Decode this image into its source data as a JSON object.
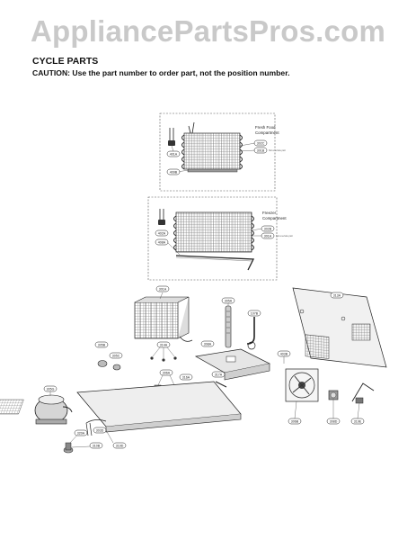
{
  "watermark": "AppliancePartsPros.com",
  "header": {
    "title": "CYCLE PARTS",
    "caution": "CAUTION: Use the part number to order part, not the position number."
  },
  "groups": {
    "fresh_food": {
      "line1": "Fresh Food",
      "line2": "Compartment",
      "note": "Not a service part"
    },
    "freezer": {
      "line1": "Freezer",
      "line2": "Compartment",
      "note": "Not a service part"
    }
  },
  "parts": {
    "p401A": "401A",
    "p409B": "409B",
    "p302C": "302C",
    "p301B": "301B",
    "p402A": "402A",
    "p408A": "408A",
    "p302B": "302B",
    "p301A": "301A",
    "p301A2": "301A",
    "p305A": "305A",
    "p313A": "313A",
    "p107B": "107B",
    "p305B": "305B",
    "p305C": "305C",
    "p314A": "314A",
    "p308A": "308A",
    "p403B": "403B",
    "p306A": "306A",
    "p316A": "316A",
    "p317A": "317A",
    "p303C": "303C",
    "p303A": "303A",
    "p305G": "305G",
    "p319E": "319E",
    "p306B": "306B",
    "p320A": "320A",
    "p308D": "308D",
    "p303D": "303D",
    "p310B": "310B",
    "p319D": "319D"
  }
}
